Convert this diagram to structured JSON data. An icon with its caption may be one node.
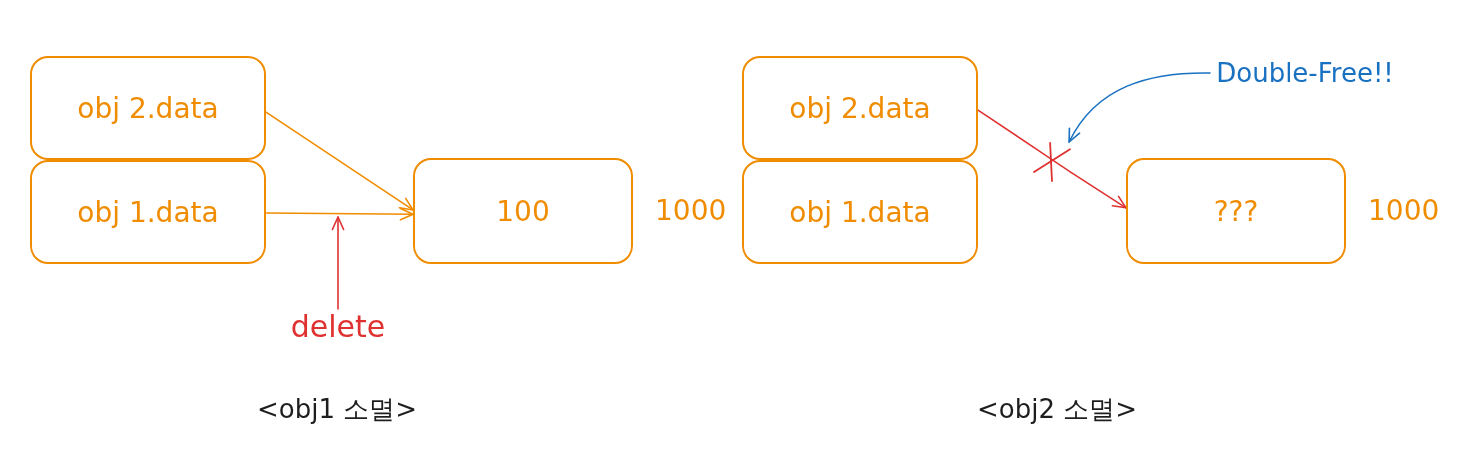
{
  "diagram": {
    "nodes": [
      {
        "text": [
          "obj 2.data"
        ]
      },
      {
        "text": [
          "obj 1.data"
        ]
      },
      {
        "text": [
          "100"
        ],
        "beside": [
          "1000"
        ]
      },
      {
        "text": [
          "delete"
        ]
      },
      {
        "text": [
          "obj 2.data"
        ]
      },
      {
        "text": [
          "obj 1.data"
        ]
      },
      {
        "text": [
          "???"
        ],
        "beside": [
          "1000"
        ]
      },
      {
        "text": [
          "Double-Free!!"
        ]
      },
      {
        "text": [],
        "shape": "cross"
      }
    ],
    "edges": [
      {
        "from": 0,
        "to": 2,
        "arrow": "to",
        "color": "#f08c00"
      },
      {
        "from": 1,
        "to": 2,
        "arrow": "to",
        "color": "#f08c00"
      },
      {
        "from": 3,
        "to": null,
        "arrow": "to"
      },
      {
        "from": 4,
        "to": 8,
        "arrow": "none"
      },
      {
        "from": 8,
        "to": 6,
        "arrow": "to"
      },
      {
        "from": 7,
        "to": 8,
        "arrow": "to",
        "color": "#1971c2"
      }
    ],
    "labels": [
      "<obj1 소멸>",
      "<obj2 소멸>"
    ]
  }
}
